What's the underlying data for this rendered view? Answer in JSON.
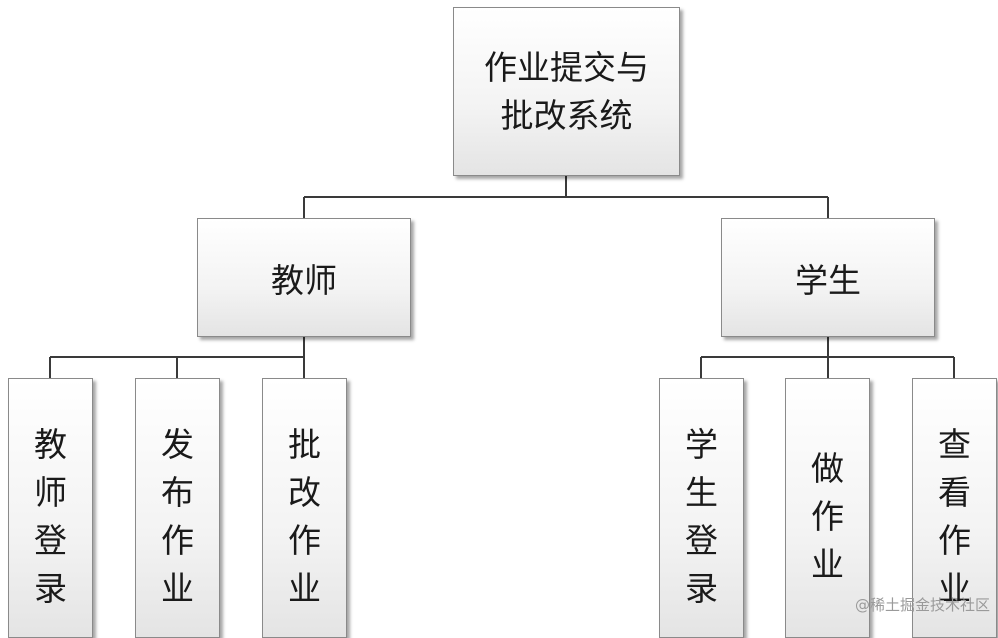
{
  "diagram": {
    "root": {
      "label": "作业提交与批改系统"
    },
    "branches": [
      {
        "label": "教师",
        "children": [
          "教师登录",
          "发布作业",
          "批改作业"
        ]
      },
      {
        "label": "学生",
        "children": [
          "学生登录",
          "做作业",
          "查看作业"
        ]
      }
    ]
  },
  "watermark": "@稀土掘金技术社区"
}
